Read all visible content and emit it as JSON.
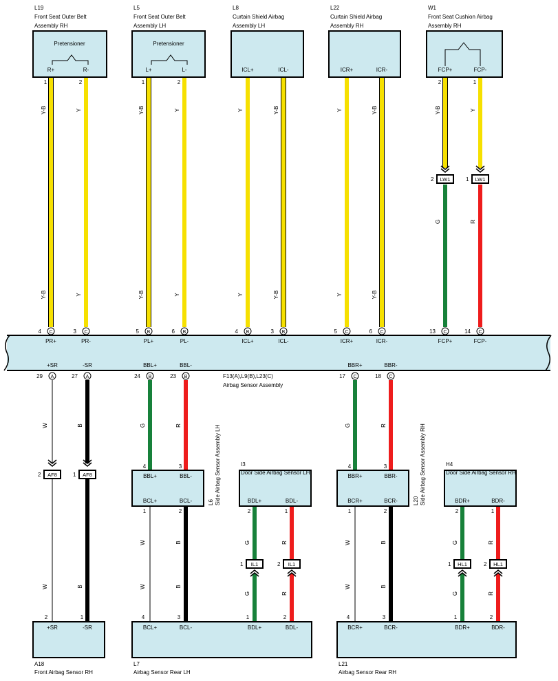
{
  "colors": {
    "Y": "#f6e000",
    "Y-B": "#f6e000",
    "G": "#17813a",
    "R": "#ee1c1c",
    "B": "#000000",
    "W": "#ffffff",
    "box_fill": "#cde9ef",
    "line": "#000000"
  },
  "icons": [
    "connector-circle",
    "inline-connector",
    "pretensioner-symbol",
    "airbag-squib-symbol"
  ],
  "top_components": [
    {
      "code": "L19",
      "name_line1": "Front Seat Outer Belt",
      "name_line2": "Assembly RH",
      "inner_label": "Pretensioner"
    },
    {
      "code": "L5",
      "name_line1": "Front Seat Outer Belt",
      "name_line2": "Assembly LH",
      "inner_label": "Pretensioner"
    },
    {
      "code": "L8",
      "name_line1": "Curtain Shield Airbag",
      "name_line2": "Assembly LH",
      "inner_label": ""
    },
    {
      "code": "L22",
      "name_line1": "Curtain Shield Airbag",
      "name_line2": "Assembly RH",
      "inner_label": ""
    },
    {
      "code": "W1",
      "name_line1": "Front Seat Cushion Airbag",
      "name_line2": "Assembly RH",
      "inner_label": ""
    }
  ],
  "upper_wires": [
    {
      "top_pin": "1",
      "top_label": "R+",
      "color": "Y-B",
      "bottom_pin": "4",
      "conn": "C",
      "ecu_label": "PR+"
    },
    {
      "top_pin": "2",
      "top_label": "R-",
      "color": "Y",
      "bottom_pin": "3",
      "conn": "C",
      "ecu_label": "PR-"
    },
    {
      "top_pin": "1",
      "top_label": "L+",
      "color": "Y-B",
      "bottom_pin": "5",
      "conn": "B",
      "ecu_label": "PL+"
    },
    {
      "top_pin": "2",
      "top_label": "L-",
      "color": "Y",
      "bottom_pin": "6",
      "conn": "B",
      "ecu_label": "PL-"
    },
    {
      "top_pin": "",
      "top_label": "ICL+",
      "color": "Y",
      "bottom_pin": "4",
      "conn": "B",
      "ecu_label": "ICL+"
    },
    {
      "top_pin": "",
      "top_label": "ICL-",
      "color": "Y-B",
      "bottom_pin": "3",
      "conn": "B",
      "ecu_label": "ICL-"
    },
    {
      "top_pin": "",
      "top_label": "ICR+",
      "color": "Y",
      "bottom_pin": "5",
      "conn": "C",
      "ecu_label": "ICR+"
    },
    {
      "top_pin": "",
      "top_label": "ICR-",
      "color": "Y-B",
      "bottom_pin": "6",
      "conn": "C",
      "ecu_label": "ICR-"
    },
    {
      "top_pin": "2",
      "top_label": "FCP+",
      "color": "Y-B",
      "bottom_pin": "13",
      "conn": "C",
      "ecu_label": "FCP+",
      "lower_color": "G",
      "inline": {
        "pin": "2",
        "name": "LW1"
      }
    },
    {
      "top_pin": "1",
      "top_label": "FCP-",
      "color": "Y",
      "bottom_pin": "14",
      "conn": "C",
      "ecu_label": "FCP-",
      "lower_color": "R",
      "inline": {
        "pin": "1",
        "name": "LW1"
      }
    }
  ],
  "ecu": {
    "name_line1": "F13(A),L9(B),L23(C)",
    "name_line2": "Airbag Sensor Assembly"
  },
  "lower_wires": [
    {
      "ecu_pin": "29",
      "conn": "A",
      "ecu_label": "+SR",
      "color": "W",
      "inline": {
        "pin": "2",
        "name": "AF8"
      }
    },
    {
      "ecu_pin": "27",
      "conn": "A",
      "ecu_label": "-SR",
      "color": "B",
      "inline": {
        "pin": "1",
        "name": "AF8"
      }
    },
    {
      "ecu_pin": "24",
      "conn": "B",
      "ecu_label": "BBL+",
      "color": "G"
    },
    {
      "ecu_pin": "23",
      "conn": "B",
      "ecu_label": "BBL-",
      "color": "R"
    },
    {
      "ecu_pin": "17",
      "conn": "C",
      "ecu_label": "BBR+",
      "color": "G"
    },
    {
      "ecu_pin": "18",
      "conn": "C",
      "ecu_label": "BBR-",
      "color": "R"
    }
  ],
  "side_sensor_lh": {
    "code": "L6",
    "name": "Side Airbag Sensor Assembly LH",
    "pins_top": [
      "4",
      "3"
    ],
    "labels_top": [
      "BBL+",
      "BBL-"
    ],
    "labels_bottom": [
      "BCL+",
      "BCL-"
    ],
    "pins_bottom": [
      "1",
      "2"
    ]
  },
  "side_sensor_rh": {
    "code": "L20",
    "name": "Side Airbag Sensor Assembly RH",
    "pins_top": [
      "4",
      "3"
    ],
    "labels_top": [
      "BBR+",
      "BBR-"
    ],
    "labels_bottom": [
      "BCR+",
      "BCR-"
    ],
    "pins_bottom": [
      "1",
      "2"
    ]
  },
  "door_sensor_lh": {
    "code": "I3",
    "name": "Door Side Airbag Sensor LH",
    "labels": [
      "BDL+",
      "BDL-"
    ],
    "pins": [
      "2",
      "1"
    ],
    "wire_colors": [
      "G",
      "R"
    ],
    "inline": [
      {
        "pin": "1",
        "name": "IL1"
      },
      {
        "pin": "2",
        "name": "IL1"
      }
    ]
  },
  "door_sensor_rh": {
    "code": "H4",
    "name": "Door Side Airbag Sensor RH",
    "labels": [
      "BDR+",
      "BDR-"
    ],
    "pins": [
      "2",
      "1"
    ],
    "wire_colors": [
      "G",
      "R"
    ],
    "inline": [
      {
        "pin": "1",
        "name": "HL1"
      },
      {
        "pin": "2",
        "name": "HL1"
      }
    ]
  },
  "bottom_components": [
    {
      "code": "A18",
      "name": "Front Airbag Sensor RH",
      "labels": [
        "+SR",
        "-SR"
      ],
      "pins": [
        "2",
        "1"
      ]
    },
    {
      "code": "L7",
      "name": "Airbag Sensor Rear LH",
      "labels": [
        "BCL+",
        "BCL-",
        "BDL+",
        "BDL-"
      ],
      "pins": [
        "4",
        "3",
        "1",
        "2"
      ]
    },
    {
      "code": "L21",
      "name": "Airbag Sensor Rear RH",
      "labels": [
        "BCR+",
        "BCR-",
        "BDR+",
        "BDR-"
      ],
      "pins": [
        "4",
        "3",
        "1",
        "2"
      ]
    }
  ]
}
